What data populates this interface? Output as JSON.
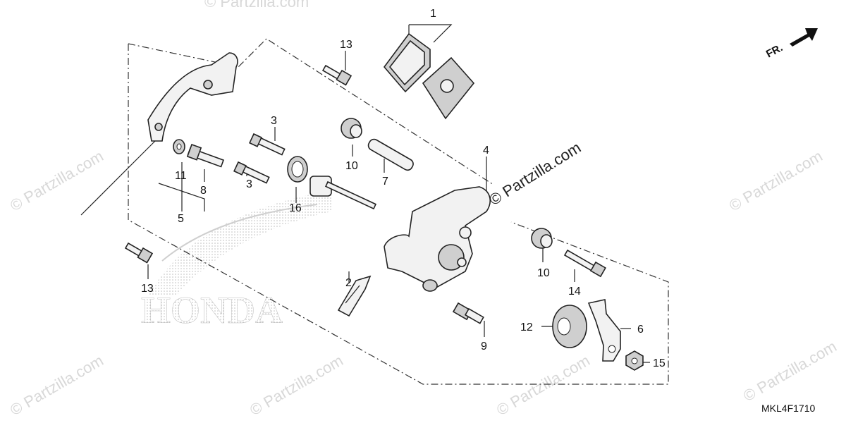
{
  "diagram": {
    "callouts": [
      "1",
      "2",
      "3",
      "3",
      "4",
      "5",
      "6",
      "7",
      "8",
      "9",
      "10",
      "10",
      "11",
      "12",
      "13",
      "13",
      "14",
      "15",
      "16"
    ],
    "diagram_code": "MKL4F1710",
    "direction_indicator": "FR.",
    "brand_mark": "HONDA",
    "watermark_text": "© Partzilla.com"
  }
}
